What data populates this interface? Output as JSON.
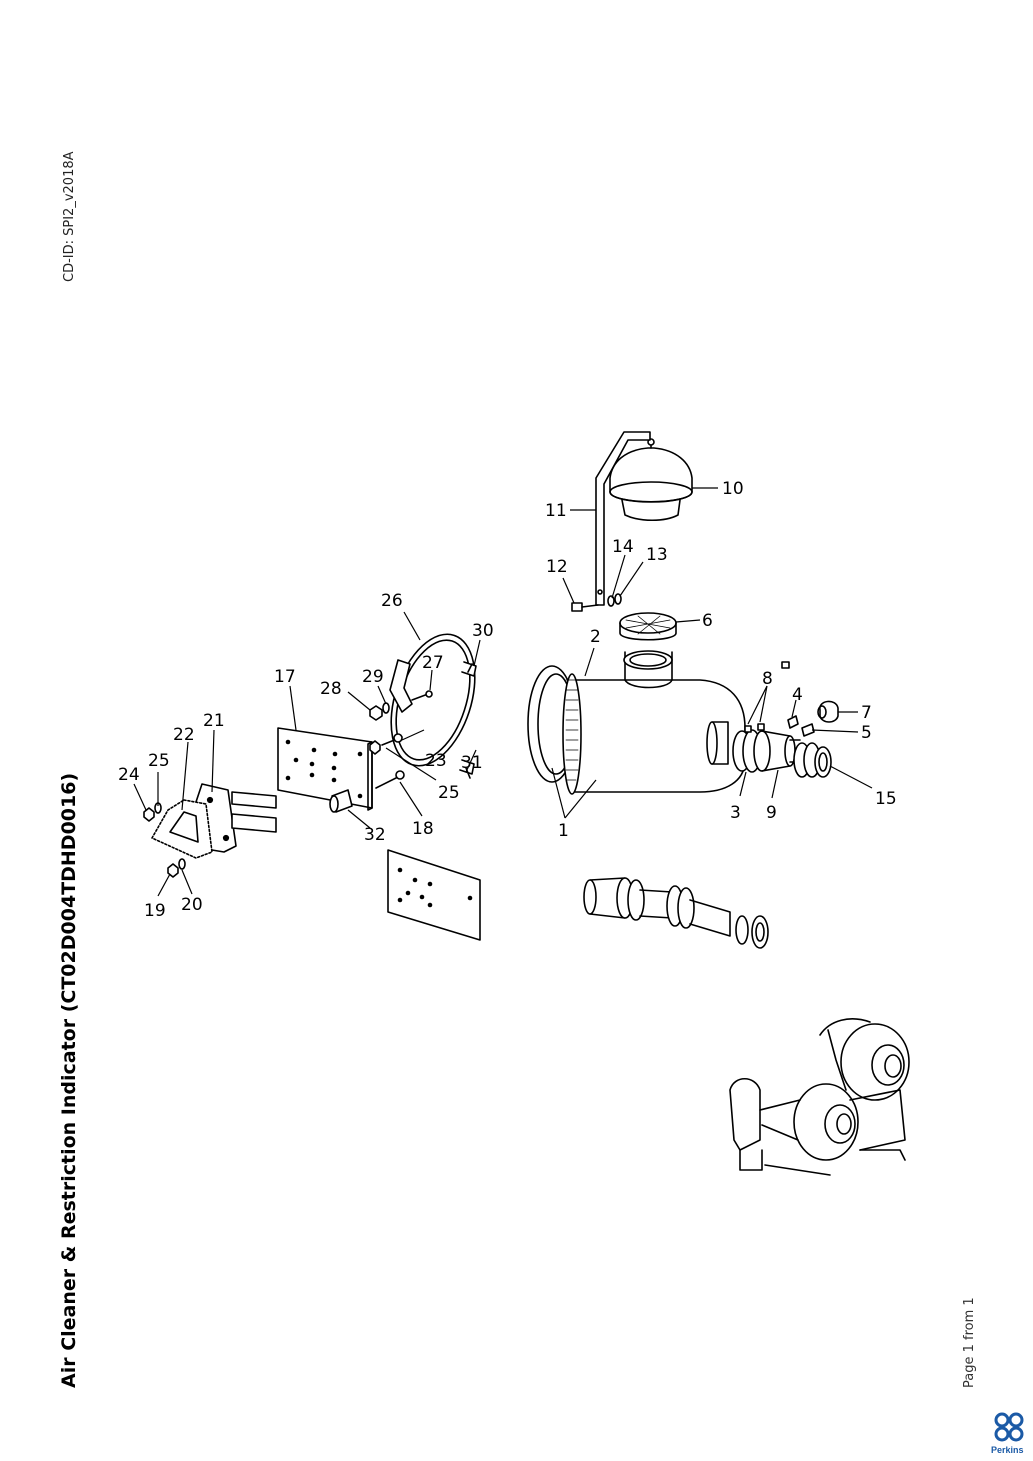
{
  "header": {
    "cd_id": "CD-ID: SPI2_v2018A"
  },
  "title": "Air Cleaner & Restriction Indicator (CT02D004TDHD0016)",
  "footer": {
    "page": "Page 1 from 1",
    "brand": "Perkins"
  },
  "callouts": {
    "c1": "1",
    "c2": "2",
    "c3": "3",
    "c4": "4",
    "c5": "5",
    "c6": "6",
    "c7": "7",
    "c8": "8",
    "c9": "9",
    "c10": "10",
    "c11": "11",
    "c12": "12",
    "c13": "13",
    "c14": "14",
    "c15": "15",
    "c17": "17",
    "c18": "18",
    "c19": "19",
    "c20": "20",
    "c21": "21",
    "c22": "22",
    "c23": "23",
    "c24": "24",
    "c25a": "25",
    "c25b": "25",
    "c26": "26",
    "c27": "27",
    "c28": "28",
    "c29": "29",
    "c30": "30",
    "c31": "31",
    "c32": "32"
  }
}
